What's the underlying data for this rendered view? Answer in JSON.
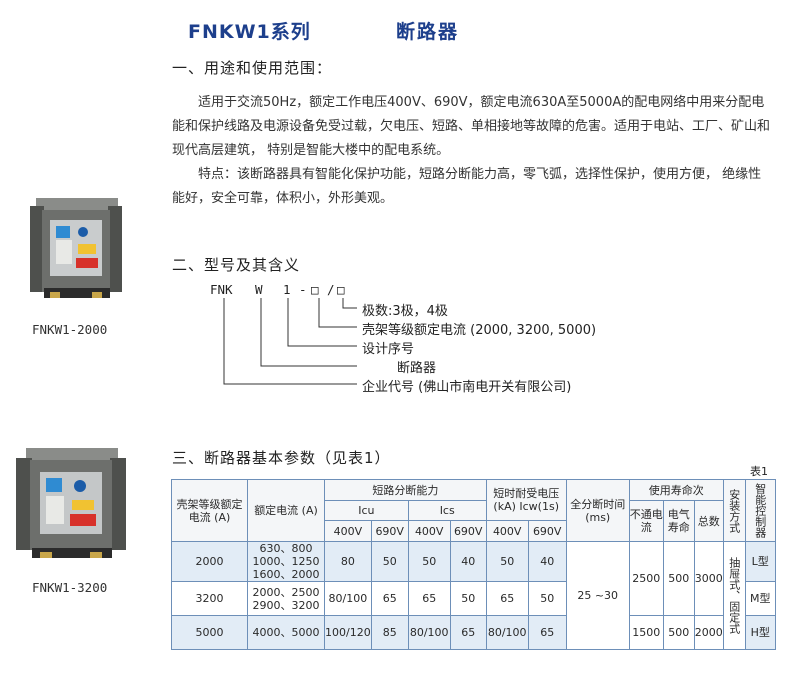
{
  "title": {
    "series": "FNKW1系列",
    "name": "断路器"
  },
  "section1": {
    "heading": "一、用途和使用范围：",
    "paragraphs": [
      "适用于交流50Hz，额定工作电压400V、690V，额定电流630A至5000A的配电网络中用来分配电能和保护线路及电源设备免受过载，欠电压、短路、单相接地等故障的危害。适用于电站、工厂、矿山和现代高层建筑， 特别是智能大楼中的配电系统。",
      "特点：该断路器具有智能化保护功能，短路分断能力高，零飞弧，选择性保护，使用方便， 绝缘性能好，安全可靠，体积小，外形美观。"
    ]
  },
  "images": [
    {
      "caption": "FNKW1-2000"
    },
    {
      "caption": "FNKW1-3200"
    }
  ],
  "section2": {
    "heading": "二、型号及其含义",
    "model": {
      "p1": "FNK",
      "p2": "W",
      "p3": "1",
      "dash": "-",
      "box1": "□",
      "slash": "/",
      "box2": "□"
    },
    "meanings": [
      "极数:3极，4极",
      "壳架等级额定电流 (2000, 3200, 5000)",
      "设计序号",
      "断路器",
      "企业代号 (佛山市南电开关有限公司)"
    ]
  },
  "section3": {
    "heading": "三、断路器基本参数（见表1）",
    "table_label": "表1",
    "headers": {
      "frame_current": "壳架等级额定电流 (A)",
      "rated_current": "额定电流 (A)",
      "breaking": "短路分断能力",
      "icu": "Icu",
      "ics": "Ics",
      "withstand": "短时耐受电压 (kA) Icw(1s)",
      "full_break_time": "全分断时间 (ms)",
      "life": "使用寿命次",
      "no_current": "不通电流",
      "electric_life": "电气寿命",
      "total": "总数",
      "install": "安装方式",
      "control": "智能控制器",
      "v400": "400V",
      "v690": "690V"
    },
    "rows": [
      {
        "frame": "2000",
        "rated": [
          "630、800",
          "1000、1250",
          "1600、2000"
        ],
        "icu400": "80",
        "icu690": "50",
        "ics400": "50",
        "ics690": "40",
        "icw400": "50",
        "icw690": "40",
        "controller": "L型"
      },
      {
        "frame": "3200",
        "rated": [
          "2000、2500",
          "2900、3200"
        ],
        "icu400": "80/100",
        "icu690": "65",
        "ics400": "65",
        "ics690": "50",
        "icw400": "65",
        "icw690": "50",
        "controller": "M型"
      },
      {
        "frame": "5000",
        "rated": [
          "4000、5000"
        ],
        "icu400": "100/120",
        "icu690": "85",
        "ics400": "80/100",
        "ics690": "65",
        "icw400": "80/100",
        "icw690": "65",
        "controller": "H型"
      }
    ],
    "full_break_time_value": "25 ~30",
    "life_values": [
      {
        "no_current": "2500",
        "electric": "500",
        "total": "3000"
      },
      {
        "no_current": "1500",
        "electric": "500",
        "total": "2000"
      }
    ],
    "install_value": "抽屉式、固定式"
  }
}
